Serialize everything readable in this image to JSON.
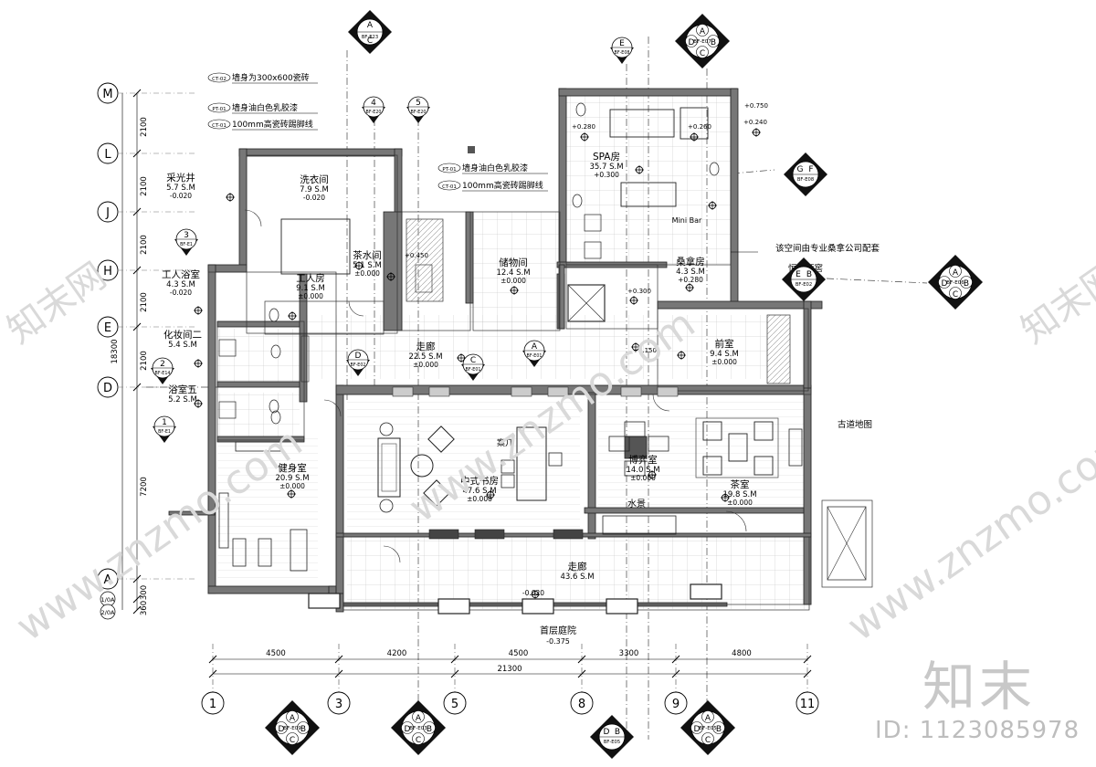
{
  "rooms": [
    {
      "id": "skylight",
      "name": "采光井",
      "area": "5.7 S.M",
      "level": "-0.020"
    },
    {
      "id": "worker-bath",
      "name": "工人浴室",
      "area": "4.3 S.M",
      "level": "-0.020"
    },
    {
      "id": "makeup-2",
      "name": "化妆间二",
      "area": "5.4 S.M",
      "level": ""
    },
    {
      "id": "bath-5",
      "name": "浴室五",
      "area": "5.2 S.M",
      "level": ""
    },
    {
      "id": "laundry",
      "name": "洗衣间",
      "area": "7.9 S.M",
      "level": "-0.020"
    },
    {
      "id": "worker-room",
      "name": "工人房",
      "area": "9.1 S.M",
      "level": "±0.000"
    },
    {
      "id": "tea-water",
      "name": "茶水间",
      "area": "5.1 S.M",
      "level": "±0.000"
    },
    {
      "id": "storage",
      "name": "储物间",
      "area": "12.4 S.M",
      "level": "±0.000"
    },
    {
      "id": "spa",
      "name": "SPA房",
      "area": "35.7 S.M",
      "level": "+0.300"
    },
    {
      "id": "sauna",
      "name": "桑拿房",
      "area": "4.3 S.M",
      "level": "+0.280"
    },
    {
      "id": "corridor-1",
      "name": "走廊",
      "area": "22.5 S.M",
      "level": "±0.000"
    },
    {
      "id": "front-room",
      "name": "前室",
      "area": "9.4 S.M",
      "level": "±0.000"
    },
    {
      "id": "gym",
      "name": "健身室",
      "area": "20.9 S.M",
      "level": "±0.000"
    },
    {
      "id": "study",
      "name": "中式书房",
      "area": "47.6 S.M",
      "level": "±0.000"
    },
    {
      "id": "game-room",
      "name": "博弈室",
      "area": "14.0 S.M",
      "level": "±0.000"
    },
    {
      "id": "tea-room",
      "name": "茶室",
      "area": "19.8 S.M",
      "level": "±0.000"
    },
    {
      "id": "corridor-2",
      "name": "走廊",
      "area": "43.6 S.M",
      "level": ""
    }
  ],
  "labels": {
    "courtyard": "首层庭院",
    "courtyard_level": "-0.375",
    "water": "水景",
    "desk": "案几",
    "map": "古道地图",
    "bar": "Mini Bar",
    "sauna_note": "该空间由专业桑拿公司配套",
    "wine": "恒温酒窖",
    "corridor2_level": "-0.020"
  },
  "material_notes": [
    {
      "code": "CT-02",
      "text": "墙身为300x600瓷砖"
    },
    {
      "code": "PT-01",
      "text": "墙身油白色乳胶漆"
    },
    {
      "code": "CT-01",
      "text": "100mm高瓷砖踢脚线"
    },
    {
      "code": "PT-01",
      "text": "墙身油白色乳胶漆"
    },
    {
      "code": "CT-01",
      "text": "100mm高瓷砖踢脚线"
    }
  ],
  "levels": [
    "+0.280",
    "+0.260",
    "+0.750",
    "+0.240",
    "+0.450",
    "+0.300",
    "+0.150"
  ],
  "grid_rows": [
    {
      "label": "M"
    },
    {
      "label": "L"
    },
    {
      "label": "J"
    },
    {
      "label": "H"
    },
    {
      "label": "E"
    },
    {
      "label": "D"
    },
    {
      "label": "A"
    }
  ],
  "row_dims": [
    "2100",
    "2100",
    "2100",
    "2100",
    "2100",
    "7200",
    "300",
    "360"
  ],
  "total_height": "18300",
  "sub_rows": [
    "1/0A",
    "2/0A"
  ],
  "grid_cols": [
    "1",
    "3",
    "5",
    "8",
    "9",
    "11"
  ],
  "col_dims": [
    "4500",
    "4200",
    "4500",
    "3300",
    "4800"
  ],
  "total_width": "21300",
  "section_markers": [
    {
      "id": "m1",
      "letters": [
        "A",
        "C"
      ],
      "ref": "BF-E23"
    },
    {
      "id": "m2",
      "letters": [
        "A",
        "D",
        "B",
        "C"
      ],
      "ref": "BF-E07"
    },
    {
      "id": "m3",
      "letters": [
        "E"
      ],
      "ref": "BF-E08"
    },
    {
      "id": "m4",
      "letters": [
        "G",
        "F"
      ],
      "ref": "BF-E08"
    },
    {
      "id": "m5",
      "letters": [
        "E",
        "B"
      ],
      "ref": "BF-E02"
    },
    {
      "id": "m6",
      "letters": [
        "A",
        "D",
        "B",
        "C"
      ],
      "ref": "BF-E06"
    },
    {
      "id": "m7",
      "letters": [
        "D"
      ],
      "ref": "BF-E02"
    },
    {
      "id": "m8",
      "letters": [
        "C"
      ],
      "ref": "BF-E01"
    },
    {
      "id": "m9",
      "letters": [
        "A"
      ],
      "ref": "BF-E01"
    },
    {
      "id": "m10",
      "letters": [
        "A",
        "D",
        "B",
        "C"
      ],
      "ref": "BF-E09"
    },
    {
      "id": "m11",
      "letters": [
        "A",
        "D",
        "B",
        "C"
      ],
      "ref": "BF-E03"
    },
    {
      "id": "m12",
      "letters": [
        "D",
        "B"
      ],
      "ref": "BF-E05"
    },
    {
      "id": "m13",
      "letters": [
        "A",
        "D",
        "B",
        "C"
      ],
      "ref": "BF-E05"
    },
    {
      "id": "m14",
      "letters": [
        "4"
      ],
      "ref": "BF-E20"
    },
    {
      "id": "m15",
      "letters": [
        "5"
      ],
      "ref": "BF-E20"
    },
    {
      "id": "m16",
      "letters": [
        "3"
      ],
      "ref": "BF-E1"
    },
    {
      "id": "m17",
      "letters": [
        "2"
      ],
      "ref": "BF-E14"
    },
    {
      "id": "m18",
      "letters": [
        "1"
      ],
      "ref": "BF-E1"
    }
  ],
  "watermark": {
    "text": "www.znzmo.com",
    "brand": "知末网",
    "logo": "知末",
    "id": "ID: 1123085978"
  }
}
